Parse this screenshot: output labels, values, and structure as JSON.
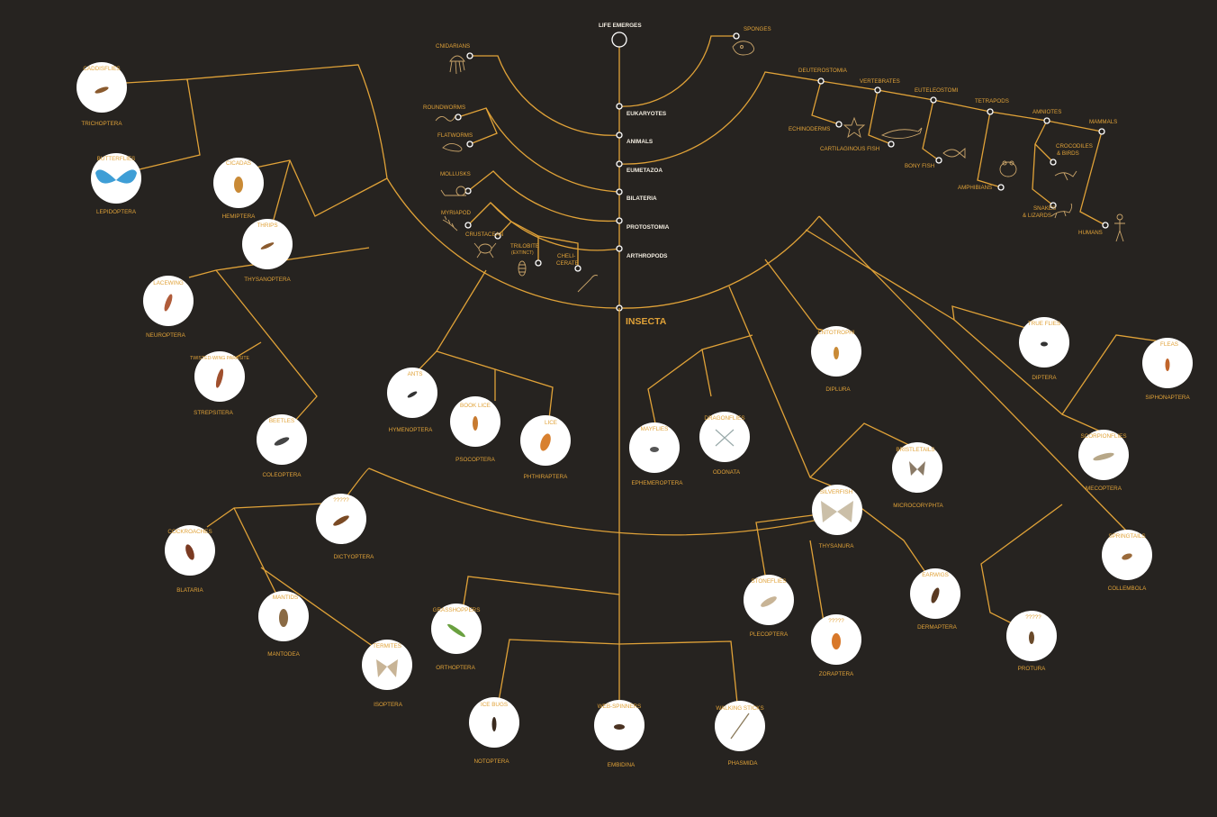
{
  "colors": {
    "background": "#262320",
    "branch": "#e0a238",
    "node": "#ffffff",
    "disc": "#ffffff"
  },
  "spine": {
    "top": "LIFE EMERGES",
    "eukaryotes": "EUKARYOTES",
    "animals": "ANIMALS",
    "eumetazoa": "EUMETAZOA",
    "bilateria": "BILATERIA",
    "protostomia": "PROTOSTOMIA",
    "arthropods": "ARTHROPODS",
    "insecta": "INSECTA"
  },
  "left_groups": {
    "cnidarians": "CNIDARIANS",
    "roundworms": "ROUNDWORMS",
    "flatworms": "FLATWORMS",
    "mollusks": "MOLLUSKS",
    "myriapod": "MYRIAPOD",
    "crustacean": "CRUSTACEAN",
    "trilobite": "TRILOBITE",
    "trilobite_note": "(EXTINCT)",
    "cheli1": "CHELI-",
    "cheli2": "CERATE"
  },
  "right_groups": {
    "sponges": "SPONGES",
    "deuterostomia": "DEUTEROSTOMIA",
    "vertebrates": "VERTEBRATES",
    "euteleostomi": "EUTELEOSTOMI",
    "tetrapods": "TETRAPODS",
    "amniotes": "AMNIOTES",
    "mammals": "MAMMALS",
    "echinoderms": "ECHINODERMS",
    "cartilaginous_fish": "CARTILAGINOUS FISH",
    "bony_fish": "BONY FISH",
    "amphibians": "AMPHIBIANS",
    "crocodiles1": "CROCODILES",
    "crocodiles2": "& BIRDS",
    "snakes1": "SNAKES",
    "snakes2": "& LIZARDS",
    "humans": "HUMANS"
  },
  "insect_orders": [
    {
      "common": "CADDISFLIES",
      "order": "TRICHOPTERA"
    },
    {
      "common": "BUTTERFLIES",
      "order": "LEPIDOPTERA"
    },
    {
      "common": "CICADAS",
      "order": "HEMIPTERA"
    },
    {
      "common": "THRIPS",
      "order": "THYSANOPTERA"
    },
    {
      "common": "LACEWING",
      "order": "NEUROPTERA"
    },
    {
      "common": "TWISTED-WING PARASITE",
      "order": "STREPSITERA"
    },
    {
      "common": "BEETLES",
      "order": "COLEOPTERA"
    },
    {
      "common": "ANTS",
      "order": "HYMENOPTERA"
    },
    {
      "common": "BOOK LICE",
      "order": "PSOCOPTERA"
    },
    {
      "common": "LICE",
      "order": "PHTHIRAPTERA"
    },
    {
      "common": "MAYFLIES",
      "order": "EPHEMEROPTERA"
    },
    {
      "common": "DRAGONFLIES",
      "order": "ODONATA"
    },
    {
      "common": "ENTOTROPHI",
      "order": "DIPLURA"
    },
    {
      "common": "TRUE FLIES",
      "order": "DIPTERA"
    },
    {
      "common": "FLEAS",
      "order": "SIPHONAPTERA"
    },
    {
      "common": "BRISTLETAILS",
      "order": "MICROCORYPHTA"
    },
    {
      "common": "SILVERFISH",
      "order": "THYSANURA"
    },
    {
      "common": "SCORPIONFLIES",
      "order": "MECOPTERA"
    },
    {
      "common": "?????",
      "order": "DICTYOPTERA"
    },
    {
      "common": "COCKROACHES",
      "order": "BLATARIA"
    },
    {
      "common": "MANTIDS",
      "order": "MANTODEA"
    },
    {
      "common": "TERMITES",
      "order": "ISOPTERA"
    },
    {
      "common": "GRASSHOPPERS",
      "order": "ORTHOPTERA"
    },
    {
      "common": "ICE BUGS",
      "order": "NOTOPTERA"
    },
    {
      "common": "WEB-SPINNERS",
      "order": "EMBIDINA"
    },
    {
      "common": "WALKING STICKS",
      "order": "PHASMIDA"
    },
    {
      "common": "STONEFLIES",
      "order": "PLECOPTERA"
    },
    {
      "common": "?????",
      "order": "ZORAPTERA"
    },
    {
      "common": "EARWIGS",
      "order": "DERMAPTERA"
    },
    {
      "common": "SPRINGTAILS",
      "order": "COLLEMBOLA"
    },
    {
      "common": "?????",
      "order": "PROTURA"
    }
  ]
}
